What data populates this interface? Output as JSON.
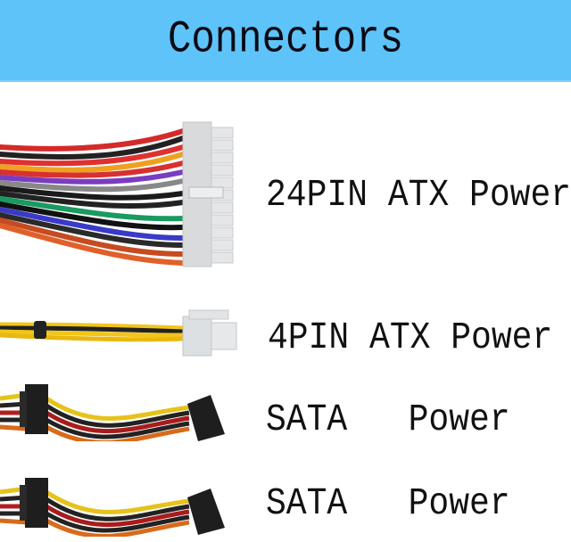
{
  "header": {
    "title": "Connectors",
    "background": "#5ec3f8"
  },
  "connectors": [
    {
      "label": "24PIN ATX Power",
      "icon": "atx-24pin-connector-icon"
    },
    {
      "label": "4PIN ATX Power",
      "icon": "atx-4pin-connector-icon"
    },
    {
      "label": "SATA   Power",
      "icon": "sata-power-connector-icon"
    },
    {
      "label": "SATA   Power",
      "icon": "sata-power-connector-icon"
    }
  ]
}
